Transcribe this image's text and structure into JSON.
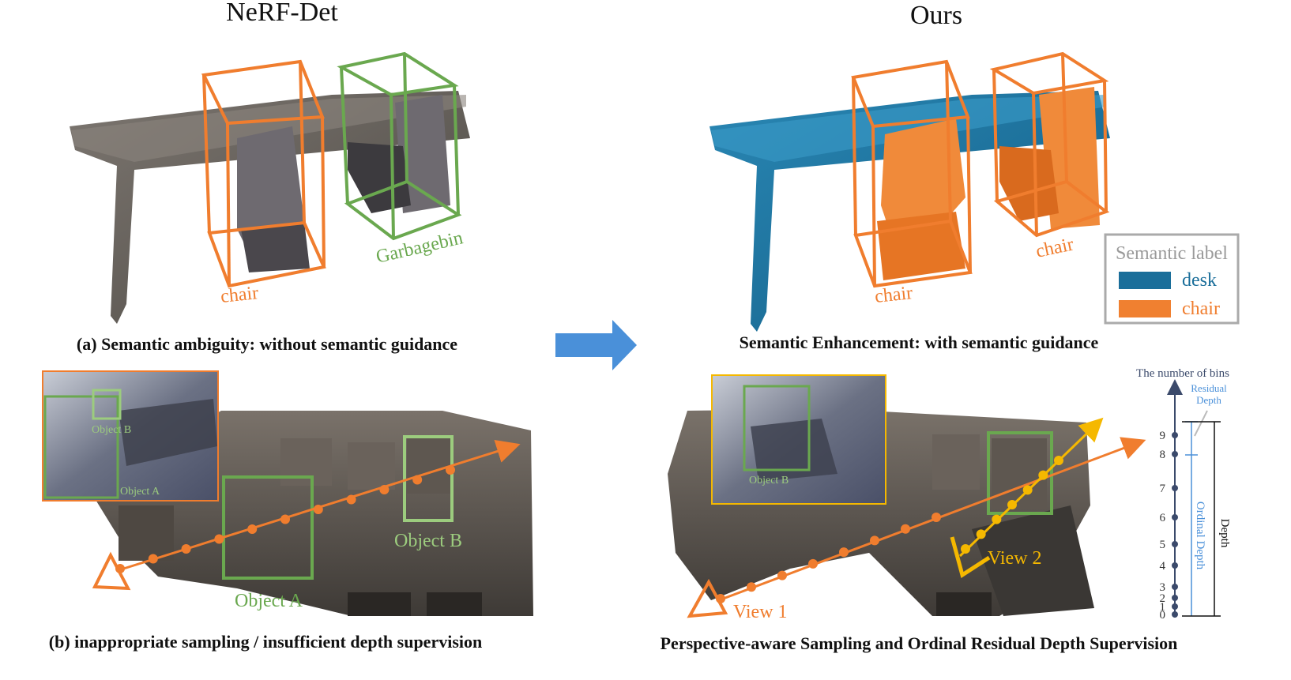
{
  "titles": {
    "left": "NeRF-Det",
    "right": "Ours"
  },
  "captions": {
    "a": "(a) Semantic ambiguity: without semantic guidance",
    "enh": "Semantic Enhancement: with semantic guidance",
    "b": "(b) inappropriate sampling / insufficient depth supervision",
    "ours_b": "Perspective-aware Sampling and Ordinal Residual Depth Supervision"
  },
  "labels": {
    "chair": "chair",
    "garbagebin": "Garbagebin",
    "object_a": "Object A",
    "object_b": "Object B",
    "view1": "View 1",
    "view2": "View 2"
  },
  "legend": {
    "title": "Semantic label",
    "items": [
      {
        "label": "desk",
        "color": "#1a6e9a"
      },
      {
        "label": "chair",
        "color": "#f08030"
      }
    ]
  },
  "depth_axis": {
    "title": "The number of bins",
    "residual_label_1": "Residual",
    "residual_label_2": "Depth",
    "ordinal_label": "Ordinal Depth",
    "depth_label": "Depth",
    "ticks": [
      "0",
      "1",
      "2",
      "3",
      "4",
      "5",
      "6",
      "7",
      "8",
      "9"
    ]
  },
  "colors": {
    "orange": "#f07d2e",
    "green": "#6aa84f",
    "light_green": "#9ccc7e",
    "yellow": "#f5b800",
    "blue_arrow": "#4a90d9",
    "axis": "#3b4a6b",
    "axis_blue": "#4a90d9"
  }
}
